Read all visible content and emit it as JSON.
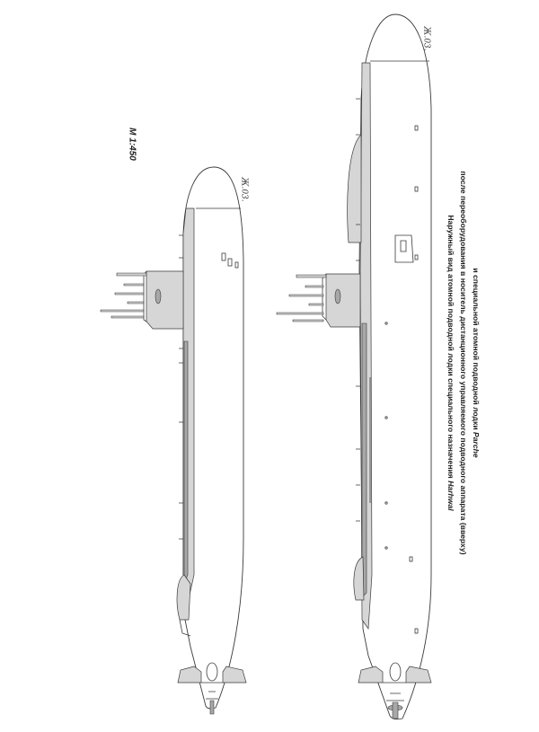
{
  "scale": "M 1:450",
  "caption": {
    "line1_prefix": "Наружный вид атомной подводной лодки специального назначения ",
    "line1_name": "Harhwal",
    "line2": "после переоборудования в носитель дистанционного управляемого подводного аппарата (вверху)",
    "line3_prefix": "и специальной атомной подводной лодки ",
    "line3_name": "Parche"
  },
  "signature": "Ж.03.",
  "colors": {
    "hull_fill": "#ffffff",
    "shade": "#d6d6d6",
    "dark_shade": "#a8a8a8",
    "line": "#3a3a3a"
  }
}
